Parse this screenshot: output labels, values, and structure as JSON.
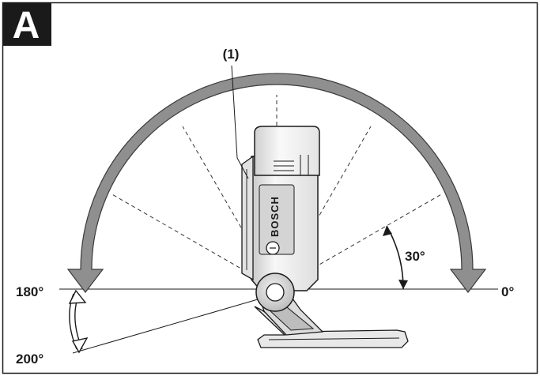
{
  "figure": {
    "panel_letter": "A",
    "callout": "(1)",
    "brand": "BOSCH",
    "angles": {
      "a0": "0°",
      "a30": "30°",
      "a180": "180°",
      "a200": "200°"
    }
  },
  "colors": {
    "arc_fill": "#8f8f8f",
    "arc_stroke": "#3a3a3a",
    "frame": "#1a1a1a",
    "device_light": "#f4f4f4",
    "device_shade": "#d6d6d6"
  }
}
